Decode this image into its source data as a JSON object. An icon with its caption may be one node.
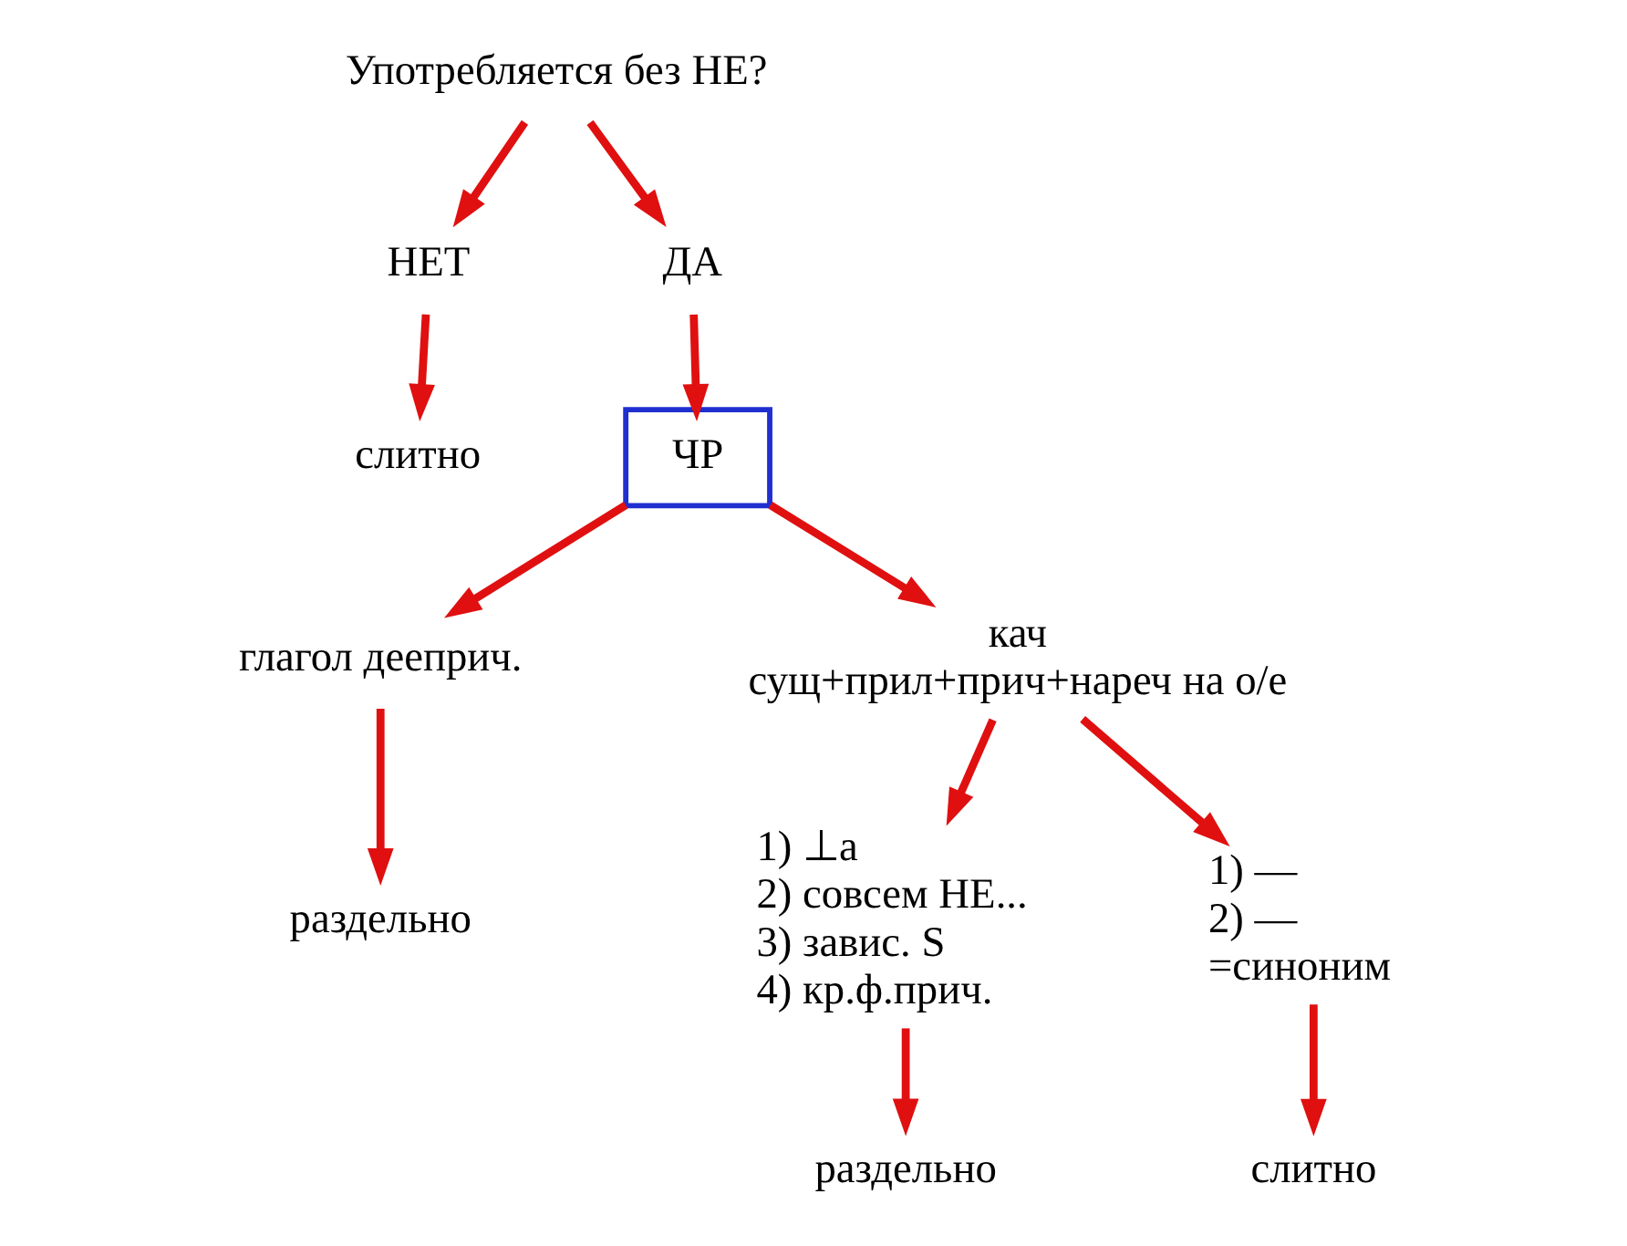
{
  "diagram": {
    "nodes": [
      {
        "text": [
          "Употребляется без НЕ?"
        ]
      },
      {
        "text": [
          "НЕТ"
        ]
      },
      {
        "text": [
          "ДА"
        ]
      },
      {
        "text": [
          "слитно"
        ]
      },
      {
        "text": [
          "ЧР"
        ]
      },
      {
        "text": [
          "глагол дееприч."
        ]
      },
      {
        "text": [
          "кач",
          "сущ+прил+прич+нареч на о/е"
        ]
      },
      {
        "text": [
          "раздельно"
        ]
      },
      {
        "text": [
          "1) ⊥а",
          "2) совсем НЕ...",
          "3) завис. S",
          "4) кр.ф.прич."
        ]
      },
      {
        "text": [
          "1) —",
          "2) —",
          "=синоним"
        ]
      },
      {
        "text": [
          "раздельно"
        ]
      },
      {
        "text": [
          "слитно"
        ]
      }
    ],
    "edges": [
      {
        "from": 0,
        "to": 1,
        "arrow": "to"
      },
      {
        "from": 0,
        "to": 2,
        "arrow": "to"
      },
      {
        "from": 1,
        "to": 3,
        "arrow": "to"
      },
      {
        "from": 2,
        "to": 4,
        "arrow": "to"
      },
      {
        "from": 4,
        "to": 5,
        "arrow": "to"
      },
      {
        "from": 4,
        "to": 6,
        "arrow": "to"
      },
      {
        "from": 5,
        "to": 7,
        "arrow": "to"
      },
      {
        "from": 6,
        "to": 8,
        "arrow": "to"
      },
      {
        "from": 6,
        "to": 9,
        "arrow": "to"
      },
      {
        "from": 8,
        "to": 10,
        "arrow": "to"
      },
      {
        "from": 9,
        "to": 11,
        "arrow": "to"
      }
    ]
  }
}
